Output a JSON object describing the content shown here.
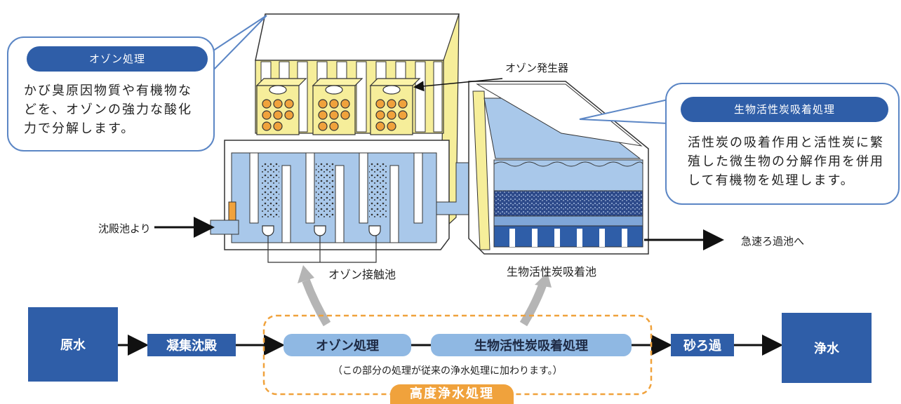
{
  "callouts": {
    "ozone": {
      "title": "オゾン処理",
      "lines": [
        "かび臭原因物質や有機物な",
        "どを、オゾンの強力な酸化",
        "力で分解します。"
      ]
    },
    "bac": {
      "title": "生物活性炭吸着処理",
      "lines": [
        "活性炭の吸着作用と活性炭に繁",
        "殖した微生物の分解作用を併用",
        "して有機物を処理します。"
      ]
    }
  },
  "labels": {
    "ozone_generator": "オゾン発生器",
    "inlet": "沈殿池より",
    "outlet": "急速ろ過池へ",
    "ozone_contact_tank": "オゾン接触池",
    "bac_tank": "生物活性炭吸着池"
  },
  "flow": {
    "raw_water": "原水",
    "coagulation": "凝集沈殿",
    "ozone": "オゾン処理",
    "bac": "生物活性炭吸着処理",
    "sand_filtration": "砂ろ過",
    "clean_water": "浄水",
    "note": "（この部分の処理が従来の浄水処理に加わります。）",
    "advanced_label": "高度浄水処理"
  },
  "colors": {
    "navy": "#2f5ea8",
    "light_blue": "#8fb8e3",
    "water": "#a9c8ea",
    "yellow": "#f6ee9a",
    "orange": "#f0a23c"
  }
}
